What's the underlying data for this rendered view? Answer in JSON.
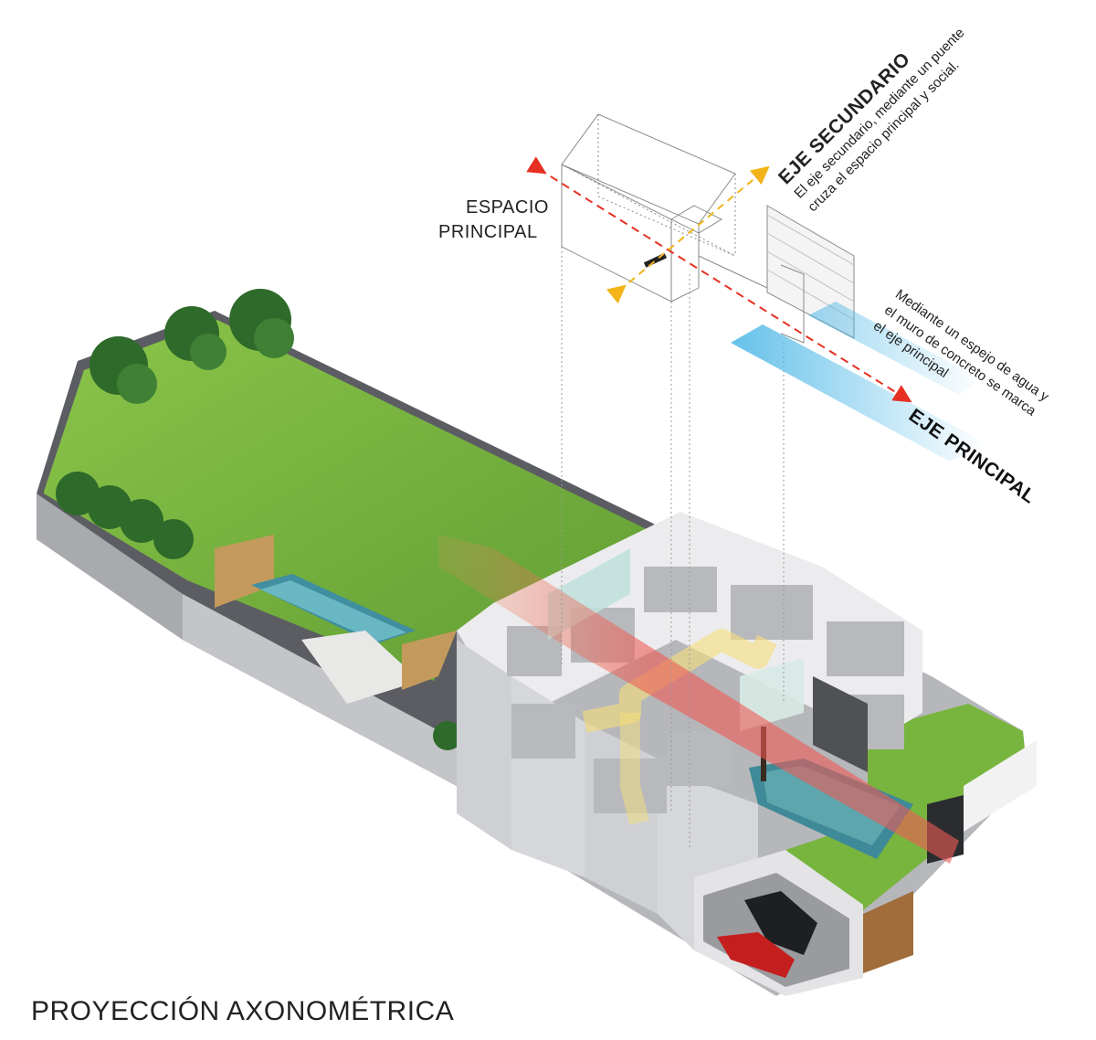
{
  "title": "PROYECCIÓN AXONOMÉTRICA",
  "labels": {
    "espacio_principal": [
      "ESPACIO",
      "PRINCIPAL"
    ],
    "eje_secundario": {
      "heading": "EJE SECUNDARIO",
      "description": [
        "El eje secundario, mediante un puente",
        "cruza el espacio principal y social."
      ]
    },
    "eje_principal": {
      "heading": "EJE PRINCIPAL",
      "description": [
        "Mediante un espejo de agua y",
        "el muro de concreto se marca",
        "el eje principal"
      ]
    }
  },
  "colors": {
    "axis_principal": "#e53022",
    "axis_secundario": "#f2b418",
    "water": "#6cc6ea",
    "lawn": "#78b53f",
    "wall": "#d9dadd"
  }
}
